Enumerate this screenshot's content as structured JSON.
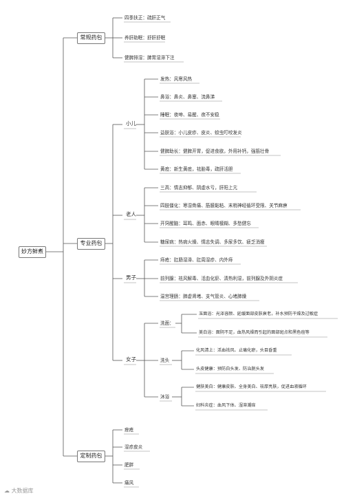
{
  "root": "妙方鲜煮",
  "branches": {
    "routine": {
      "label": "常规药包",
      "items": [
        "四季扶正：疏肝正气",
        "养肝助眠：舒肝舒眠",
        "健脾排湿：脾胃湿滞下注"
      ]
    },
    "special": {
      "label": "专业药包",
      "child": {
        "label": "小儿",
        "items": [
          "发热：风寒风热",
          "鼻浴：鼻炎、鼻塞、流鼻涕",
          "睡眠：夜啼、易醒、夜不安稳",
          "益肤浴：小儿皮疹、皮炎、蚊虫叮咬发炎",
          "健脾助长：健脾开胃，促进食欲，外用补钙，强筋壮骨",
          "黄疸：新生黄疸，祛胎毒，疏肝活胆"
        ]
      },
      "elder": {
        "label": "老人",
        "items": [
          "三高：情志抑郁、阴虚水亏，肝阳上亢",
          "四肢僵化：寒湿骨痛、筋膜黏粘、末梢神经循环受限、关节麻痹",
          "开窍醒脑：耳鸣、面赤、眼睛模糊、多愁健忘",
          "糖尿病：热病火燥、情志失调、多尿多饮、疲乏消瘦"
        ]
      },
      "male": {
        "label": "男子",
        "items": [
          "痔疮：肛肠湿滞、肛周湿疹、内外痔",
          "前列腺：祛风解毒、活血化瘀、清热利湿，前列腺及外阴炎症",
          "温宫理肠：肺虚肾堵、支气管炎、心堵肺燥"
        ]
      },
      "female": {
        "label": "女子",
        "face": {
          "label": "洗面：",
          "items": [
            "玉面浴：光泽容颜、延缓面部皮肤衰老，补水预防干燥及过敏症",
            "美白浴：面阴不足，血热风燥而引起的面部斑点和黑色痘等"
          ]
        },
        "hair": {
          "label": "洗头",
          "items": [
            "化风清上：活血祛风、止痛化瘀，头目昏重",
            "头皮健康：预防白头发、防治脱头发"
          ]
        },
        "bath": {
          "label": "沐浴",
          "items": [
            "健肤美白：健康皮肤、全身美白、祛厚亮肤，促进血液循环",
            "妇科炎症：血风下体、湿滞潮痒"
          ]
        }
      }
    },
    "custom": {
      "label": "定制药包",
      "items": [
        "痤疮",
        "湿疹皮炎",
        "肥胖",
        "痛风"
      ]
    }
  },
  "watermark": "大数据库"
}
